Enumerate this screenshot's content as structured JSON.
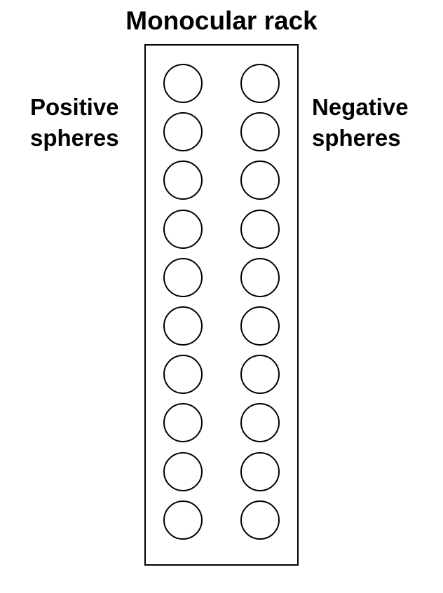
{
  "title": "Monocular rack",
  "left_label": {
    "line1": "Positive",
    "line2": "spheres"
  },
  "right_label": {
    "line1": "Negative",
    "line2": "spheres"
  },
  "rack": {
    "left_column_count": 10,
    "right_column_count": 10
  },
  "colors": {
    "stroke": "#000000",
    "background": "#ffffff"
  }
}
